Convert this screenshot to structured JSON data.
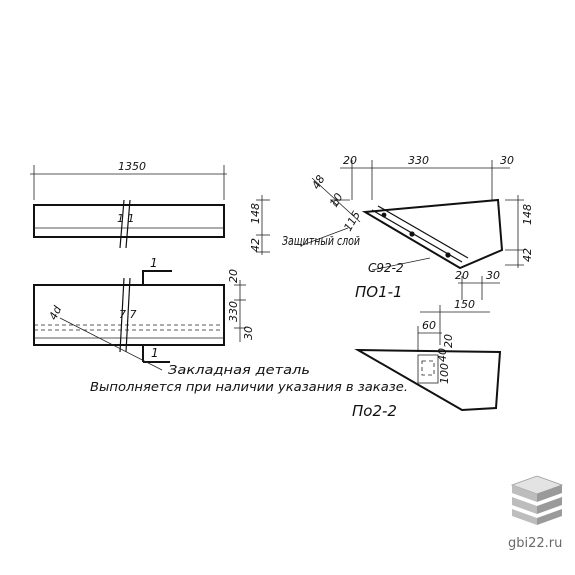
{
  "labels": {
    "dim_length": "1350",
    "dim_20_top": "20",
    "dim_330_top": "330",
    "dim_30_top": "30",
    "dim_148_left": "148",
    "dim_42_left": "42",
    "dim_48": "48",
    "dim_10": "10",
    "dim_115": "115",
    "dim_148_right": "148",
    "dim_42_right": "42",
    "dim_20_vert": "20",
    "dim_330_vert": "330",
    "dim_30_vert": "30",
    "dim_150": "150",
    "dim_20_mid": "20",
    "dim_30_mid": "30",
    "dim_60": "60",
    "dim_20_sec2": "20",
    "dim_100": "100",
    "dim_40": "40",
    "dim_4d": "4d",
    "protective_layer": "Защитный слой",
    "rebar_mark": "С92-2",
    "section_1": "ПО1-1",
    "section_2": "По2-2",
    "cut_1_top": "1",
    "cut_1_bottom": "1",
    "embedded_part": "Закладная деталь",
    "note": "Выполняется при наличии указания в заказе."
  },
  "watermark": {
    "site": "gbi22.ru"
  },
  "colors": {
    "ink": "#111111",
    "watermark_text": "#6a6a6a",
    "logo_gray": "#9a9a9a"
  }
}
